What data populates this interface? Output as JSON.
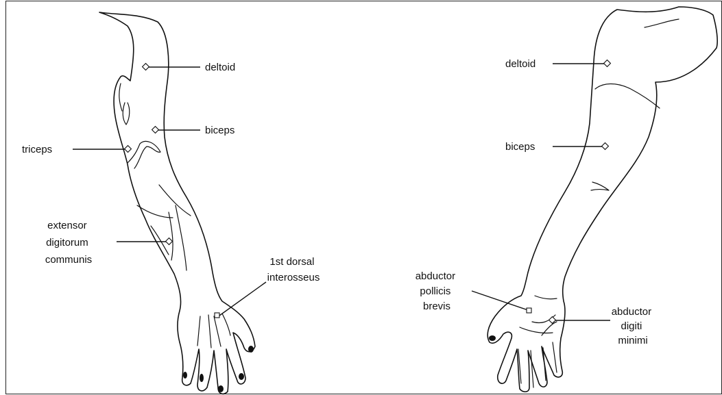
{
  "diagram": {
    "left_arm": {
      "labels": {
        "deltoid": "deltoid",
        "biceps": "biceps",
        "triceps": "triceps",
        "extensor_digitorum_communis": [
          "extensor",
          "digitorum",
          "communis"
        ],
        "first_dorsal_interosseus": [
          "1st dorsal",
          "interosseus"
        ]
      }
    },
    "right_arm": {
      "labels": {
        "deltoid": "deltoid",
        "biceps": "biceps",
        "abductor_pollicis_brevis": [
          "abductor",
          "pollicis",
          "brevis"
        ],
        "abductor_digiti_minimi": [
          "abductor",
          "digiti",
          "minimi"
        ]
      }
    }
  }
}
